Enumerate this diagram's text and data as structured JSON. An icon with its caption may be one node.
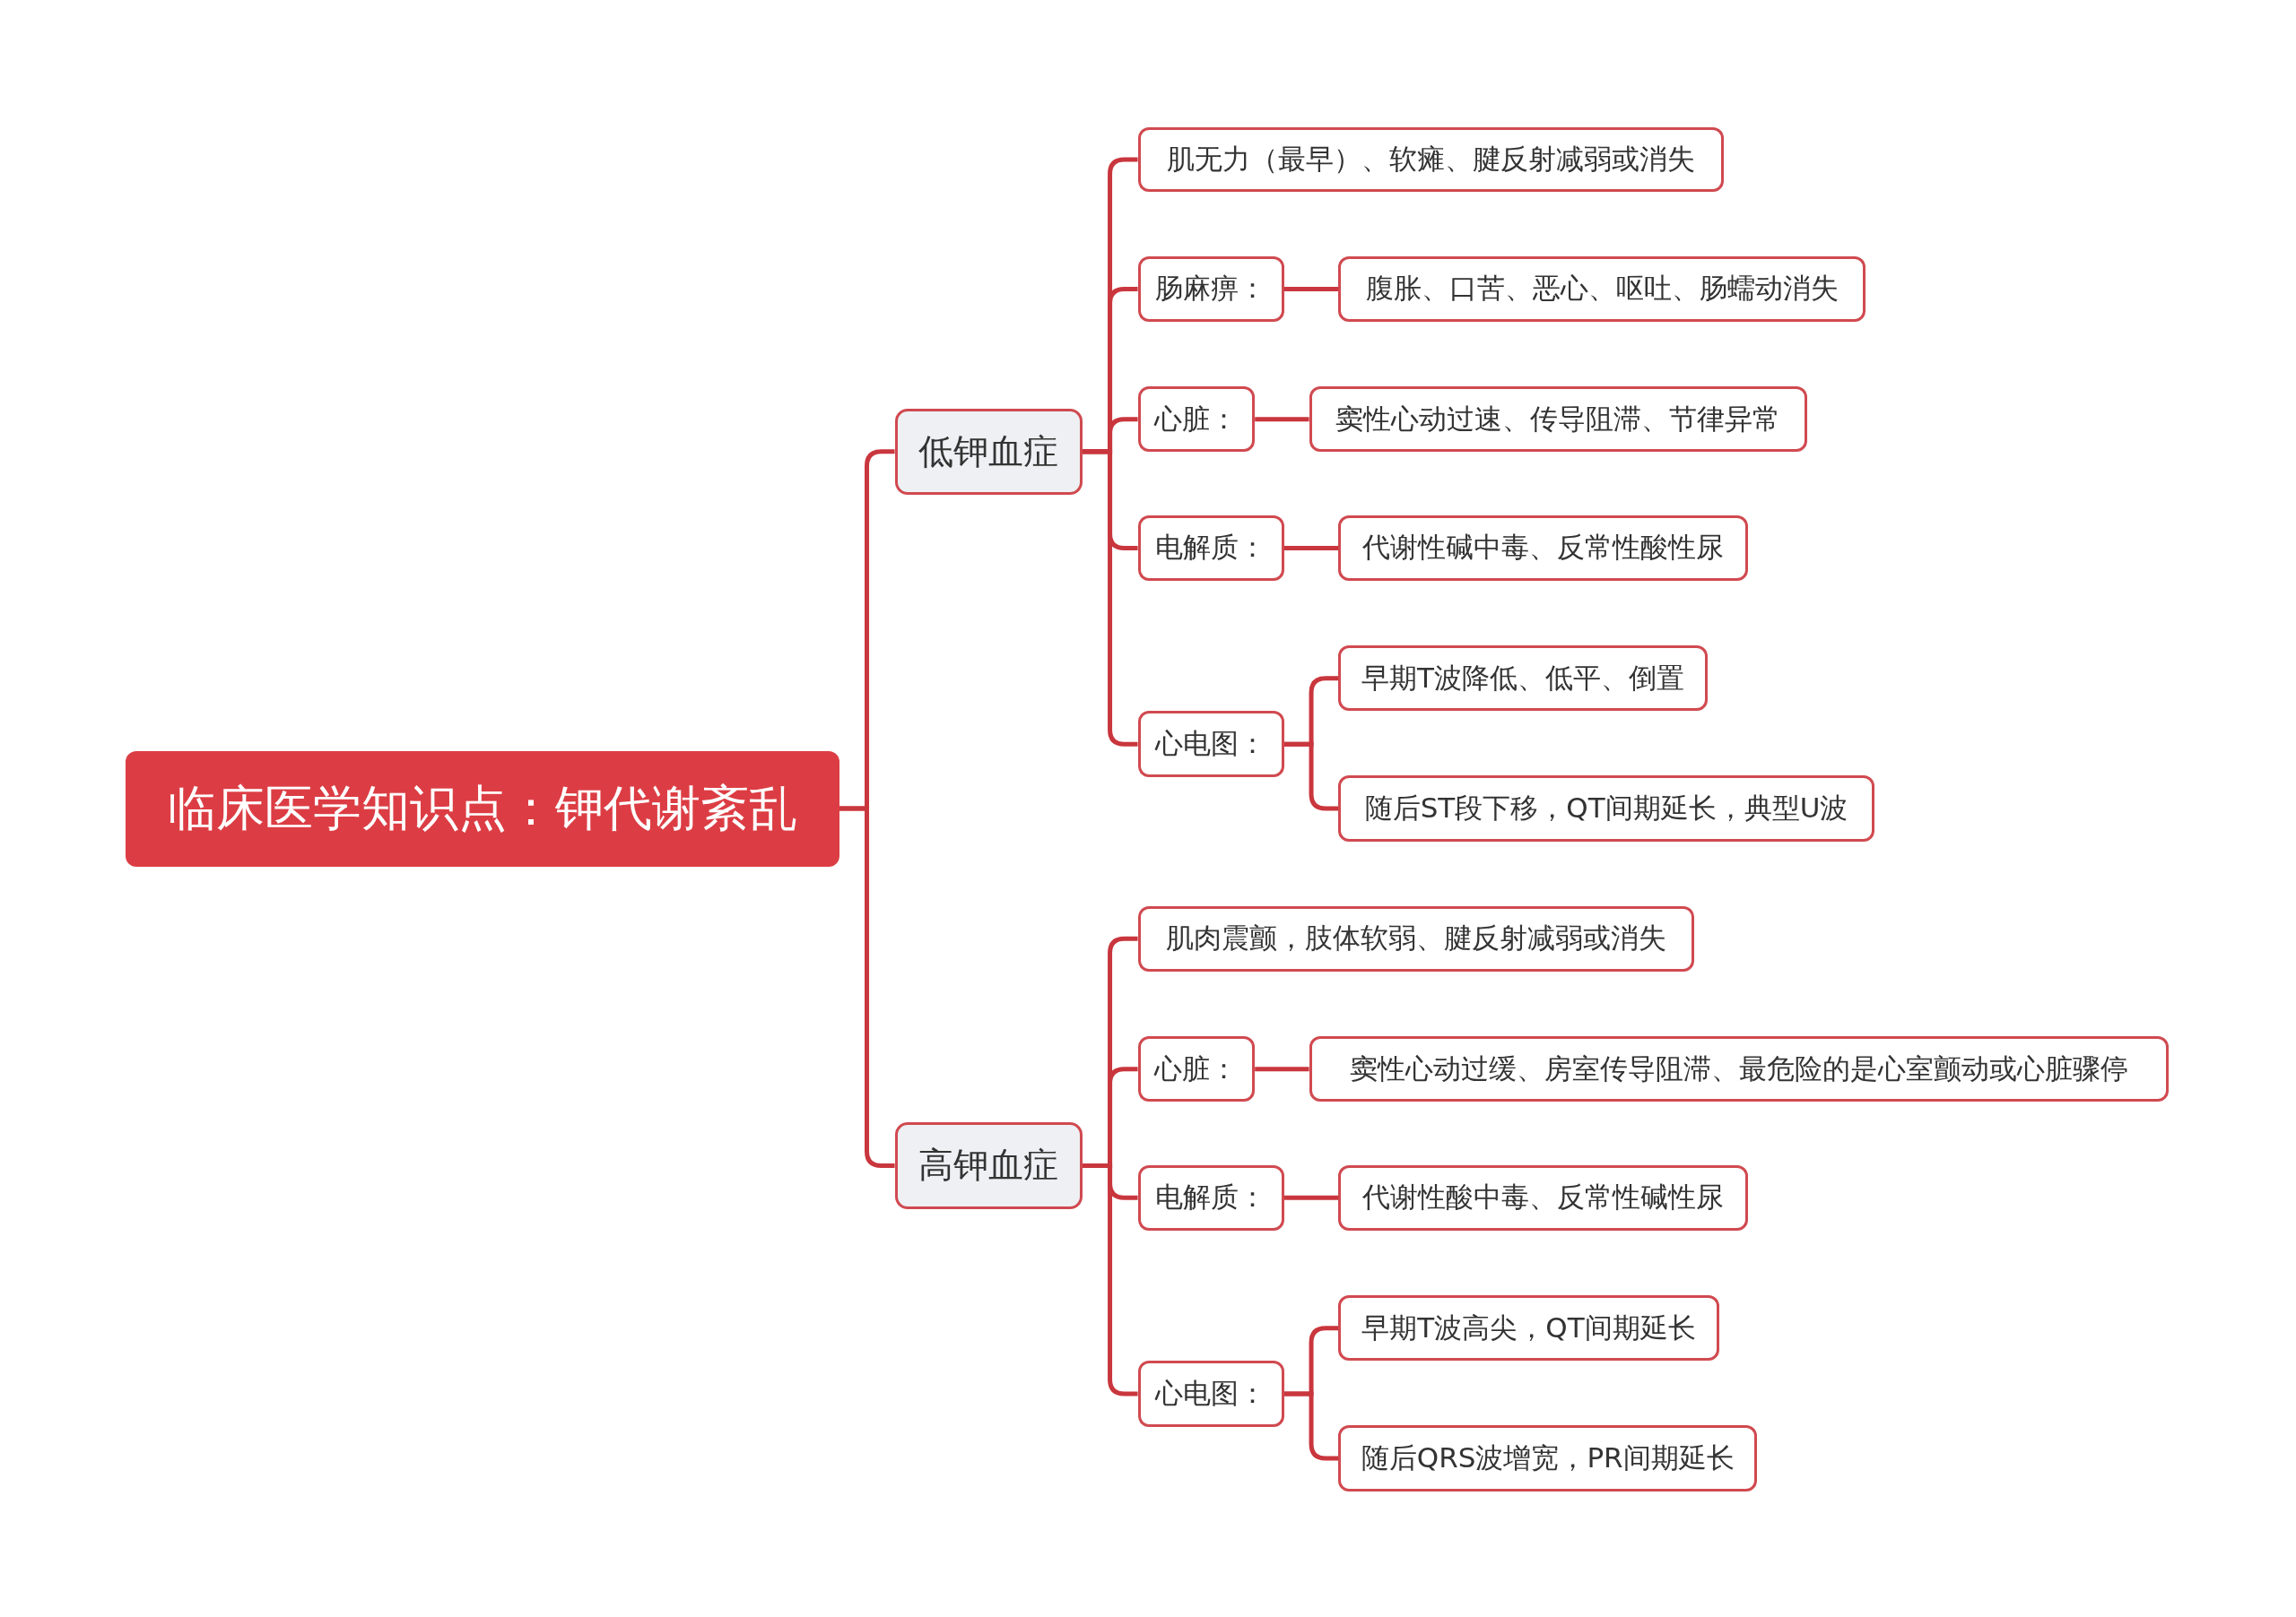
{
  "diagram": {
    "nodes": [
      {
        "text": [
          "临床医学知识点：钾代谢紊乱"
        ]
      },
      {
        "text": [
          "低钾血症"
        ]
      },
      {
        "text": [
          "肌无力（最早）、软瘫、腱反射减弱或消失"
        ]
      },
      {
        "text": [
          "肠麻痹："
        ]
      },
      {
        "text": [
          "腹胀、口苦、恶心、呕吐、肠蠕动消失"
        ]
      },
      {
        "text": [
          "心脏："
        ]
      },
      {
        "text": [
          "窦性心动过速、传导阻滞、节律异常"
        ]
      },
      {
        "text": [
          "电解质："
        ]
      },
      {
        "text": [
          "代谢性碱中毒、反常性酸性尿"
        ]
      },
      {
        "text": [
          "心电图："
        ]
      },
      {
        "text": [
          "早期T波降低、低平、倒置"
        ]
      },
      {
        "text": [
          "随后ST段下移，QT间期延长，典型U波"
        ]
      },
      {
        "text": [
          "高钾血症"
        ]
      },
      {
        "text": [
          "肌肉震颤，肢体软弱、腱反射减弱或消失"
        ]
      },
      {
        "text": [
          "心脏："
        ]
      },
      {
        "text": [
          "窦性心动过缓、房室传导阻滞、最危险的是心室颤动或心脏骤停"
        ]
      },
      {
        "text": [
          "电解质："
        ]
      },
      {
        "text": [
          "代谢性酸中毒、反常性碱性尿"
        ]
      },
      {
        "text": [
          "心电图："
        ]
      },
      {
        "text": [
          "早期T波高尖，QT间期延长"
        ]
      },
      {
        "text": [
          "随后QRS波增宽，PR间期延长"
        ]
      }
    ],
    "edges": [
      {
        "from": 0,
        "to": 1,
        "arrow": "none"
      },
      {
        "from": 0,
        "to": 12,
        "arrow": "none"
      },
      {
        "from": 1,
        "to": 2,
        "arrow": "none"
      },
      {
        "from": 1,
        "to": 3,
        "arrow": "none"
      },
      {
        "from": 3,
        "to": 4,
        "arrow": "none"
      },
      {
        "from": 1,
        "to": 5,
        "arrow": "none"
      },
      {
        "from": 5,
        "to": 6,
        "arrow": "none"
      },
      {
        "from": 1,
        "to": 7,
        "arrow": "none"
      },
      {
        "from": 7,
        "to": 8,
        "arrow": "none"
      },
      {
        "from": 1,
        "to": 9,
        "arrow": "none"
      },
      {
        "from": 9,
        "to": 10,
        "arrow": "none"
      },
      {
        "from": 9,
        "to": 11,
        "arrow": "none"
      },
      {
        "from": 12,
        "to": 13,
        "arrow": "none"
      },
      {
        "from": 12,
        "to": 14,
        "arrow": "none"
      },
      {
        "from": 14,
        "to": 15,
        "arrow": "none"
      },
      {
        "from": 12,
        "to": 16,
        "arrow": "none"
      },
      {
        "from": 16,
        "to": 17,
        "arrow": "none"
      },
      {
        "from": 12,
        "to": 18,
        "arrow": "none"
      },
      {
        "from": 18,
        "to": 19,
        "arrow": "none"
      },
      {
        "from": 18,
        "to": 20,
        "arrow": "none"
      }
    ]
  }
}
